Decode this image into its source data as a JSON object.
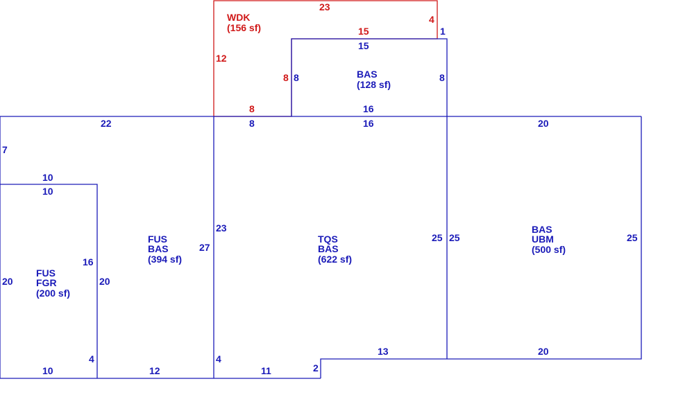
{
  "colors": {
    "main": "#1a1ab8",
    "deck": "#d01818",
    "background": "#ffffff"
  },
  "areas": {
    "wdk": {
      "code": "WDK",
      "area": "(156 sf)",
      "color": "red"
    },
    "bas_top": {
      "code": "BAS",
      "area": "(128 sf)"
    },
    "fus_bas": {
      "line1": "FUS",
      "line2": "BAS",
      "area": "(394 sf)"
    },
    "tqs_bas": {
      "line1": "TQS",
      "line2": "BAS",
      "area": "(622 sf)"
    },
    "bas_ubm": {
      "line1": "BAS",
      "line2": "UBM",
      "area": "(500 sf)"
    },
    "fus_fgr": {
      "line1": "FUS",
      "line2": "FGR",
      "area": "(200 sf)"
    }
  },
  "dimensions": {
    "wdk_top": "23",
    "wdk_right": "4",
    "wdk_upper_inner": "15",
    "wdk_left": "12",
    "wdk_inner_vertical": "8",
    "wdk_bottom": "8",
    "bas_top_one": "1",
    "bas_top_top": "15",
    "bas_top_left": "8",
    "bas_top_right": "8",
    "bas_top_bottom": "16",
    "left_top": "22",
    "left_short": "7",
    "fgr_top_outer": "10",
    "fgr_top_inner": "10",
    "fgr_right": "16",
    "fgr_left": "20",
    "fus_left": "20",
    "fgr_small": "4",
    "fgr_bottom": "10",
    "fus_bottom": "12",
    "fus_right": "27",
    "tqs_left": "23",
    "tqs_top_left": "8",
    "tqs_top_right": "16",
    "tqs_right": "25",
    "tqs_small": "4",
    "tqs_bottom_left": "11",
    "tqs_step": "2",
    "tqs_bottom_right": "13",
    "ubm_top": "20",
    "ubm_left": "25",
    "ubm_right": "25",
    "ubm_bottom": "20"
  }
}
